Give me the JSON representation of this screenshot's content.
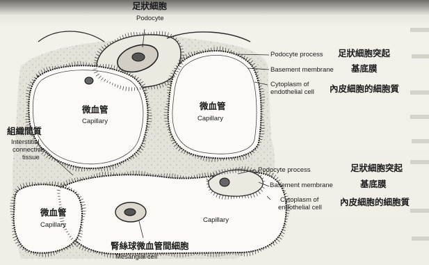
{
  "labels": {
    "podocyte_zh": "足狀細胞",
    "podocyte_en": "Podocyte",
    "podocyte_process_top_en": "Podocyte process",
    "podocyte_process_top_zh": "足狀細胞突起",
    "basement_membrane_top_en": "Basement membrane",
    "basement_membrane_top_zh": "基底膜",
    "cytoplasm_top_en_1": "Cytoplasm of",
    "cytoplasm_top_en_2": "endothelial cell",
    "cytoplasm_top_zh": "內皮細胞的細胞質",
    "capillary_left_zh": "微血管",
    "capillary_left_en": "Capillary",
    "capillary_center_zh": "微血管",
    "capillary_center_en": "Capillary",
    "interstitial_zh": "組織間質",
    "interstitial_en_1": "Interstitial",
    "interstitial_en_2": "connective",
    "interstitial_en_3": "tissue",
    "podocyte_process_bottom_en": "Podocyte process",
    "podocyte_process_bottom_zh": "足狀細胞突起",
    "basement_membrane_bottom_en": "Basement membrane",
    "basement_membrane_bottom_zh": "基底膜",
    "cytoplasm_bottom_en_1": "Cytoplasm of",
    "cytoplasm_bottom_en_2": "endothelial cell",
    "cytoplasm_bottom_zh": "內皮細胞的細胞質",
    "capillary_bl_zh": "微血管",
    "capillary_bl_en": "Capillary",
    "capillary_br_en": "Capillary",
    "mesangial_zh": "腎絲球微血管間細胞",
    "mesangial_en": "Mesangial cell"
  },
  "colors": {
    "ink": "#1a1a1a",
    "paper": "#f3f1ea",
    "tissue": "#e4e1d8"
  }
}
